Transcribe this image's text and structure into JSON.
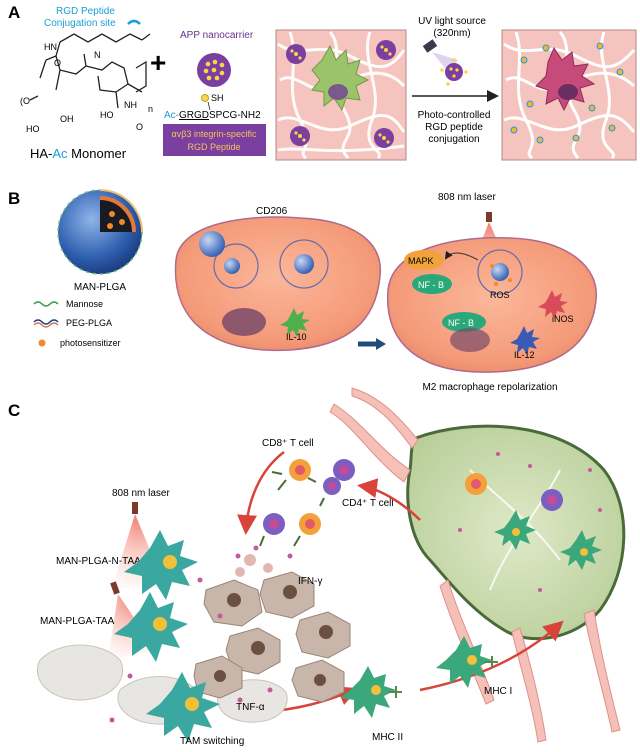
{
  "panels": {
    "a": "A",
    "b": "B",
    "c": "C"
  },
  "panel_a": {
    "conjugation_site": "RGD Peptide\nConjugation site",
    "chain_unit": "n",
    "monomer_prefix": "HA-",
    "monomer_accent": "Ac",
    "monomer_suffix": " Monomer",
    "plus": "+",
    "nanocarrier": "APP nanocarrier",
    "sh": "SH",
    "peptide_ac": "Ac-",
    "peptide_rgd": "GRGD",
    "peptide_rest": "SPCG-NH2",
    "integrin_line1": "αvβ3 integrin-specific",
    "integrin_line2": "RGD Peptide",
    "uv_line1": "UV light source",
    "uv_line2": "(320nm)",
    "photo_line1": "Photo-controlled",
    "photo_line2": "RGD peptide",
    "photo_line3": "conjugation"
  },
  "panel_b": {
    "man_plga": "MAN-PLGA",
    "cd206": "CD206",
    "il10": "IL-10",
    "laser": "808 nm laser",
    "mapk": "MAPK",
    "nfkb_1": "NF - B",
    "nfkb_2": "NF - B",
    "ros": "ROS",
    "inos": "iNOS",
    "il12": "IL-12",
    "repolarization": "M2 macrophage repolarization",
    "legend": [
      "Mannose",
      "PEG-PLGA",
      "photosensitizer"
    ]
  },
  "panel_c": {
    "cd8": "CD8⁺ T cell",
    "cd4": "CD4⁺ T cell",
    "laser": "808 nm laser",
    "man_plga_n_taa": "MAN-PLGA-N-TAA",
    "man_plga_taa": "MAN-PLGA-TAA",
    "ifn": "IFN-γ",
    "tnf": "TNF-α",
    "tam": "TAM switching",
    "mhc1": "MHC I",
    "mhc2": "MHC II"
  },
  "colors": {
    "accent_blue": "#1a9fd6",
    "purple": "#7b3fa0",
    "peptide_orange": "#f2b33d",
    "gel_pink": "#f5c4be",
    "cell_orange": "#f4a37e",
    "arrow_red": "#d9443a",
    "arrow_navy": "#1f4e79"
  }
}
